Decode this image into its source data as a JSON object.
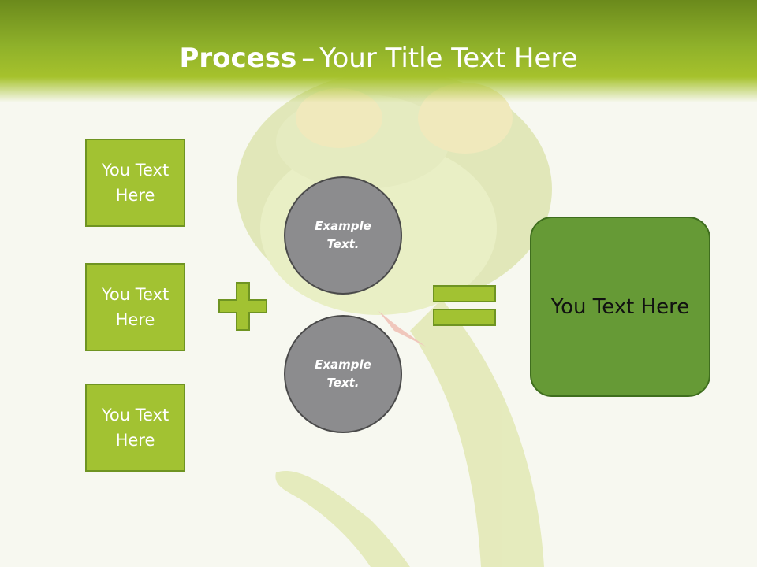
{
  "header": {
    "title_bold": "Process",
    "title_sep": "–",
    "title_rest": "Your Title Text Here"
  },
  "left_boxes": [
    {
      "label": "You Text Here"
    },
    {
      "label": "You Text Here"
    },
    {
      "label": "You Text Here"
    }
  ],
  "circles": [
    {
      "label": "Example Text."
    },
    {
      "label": "Example Text."
    }
  ],
  "result": {
    "label": "You Text Here"
  },
  "colors": {
    "header_green": "#8fb12a",
    "box_green": "#a2c232",
    "result_green": "#669a36",
    "circle_gray": "#8c8c8e"
  },
  "icons": {
    "plus": "plus-icon",
    "equals": "equals-icon",
    "background": "snake-illustration"
  }
}
